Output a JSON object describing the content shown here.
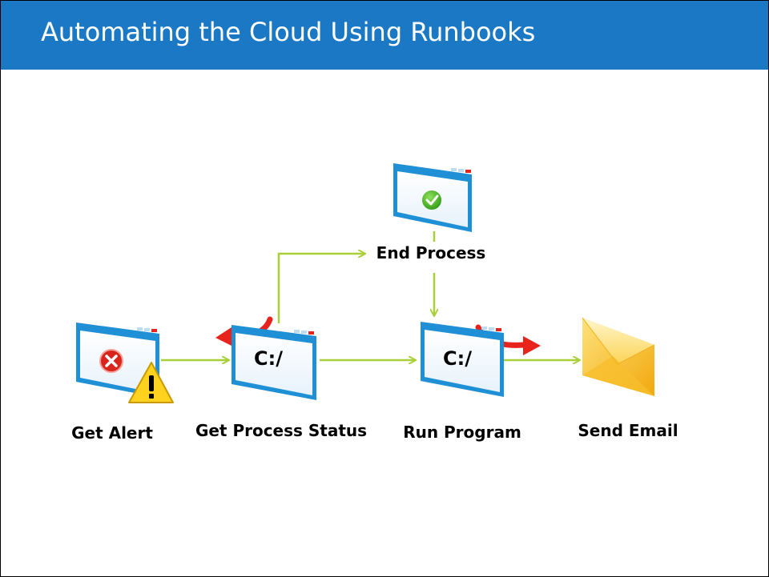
{
  "slide": {
    "title": "Automating the Cloud Using Runbooks"
  },
  "nodes": {
    "get_alert": {
      "label": "Get Alert",
      "icon": "window-error-warning-icon"
    },
    "get_process_status": {
      "label": "Get Process Status",
      "icon": "window-command-icon",
      "icon_text": "C:/"
    },
    "end_process": {
      "label": "End Process",
      "icon": "window-check-icon"
    },
    "run_program": {
      "label": "Run Program",
      "icon": "window-command-icon",
      "icon_text": "C:/"
    },
    "send_email": {
      "label": "Send Email",
      "icon": "envelope-icon"
    }
  },
  "colors": {
    "title_bar": "#1b78c4",
    "connector": "#a9cf39",
    "loop_arrow": "#e8231c",
    "window_frame": "#1f8fd6",
    "envelope": "#f7c53b"
  }
}
